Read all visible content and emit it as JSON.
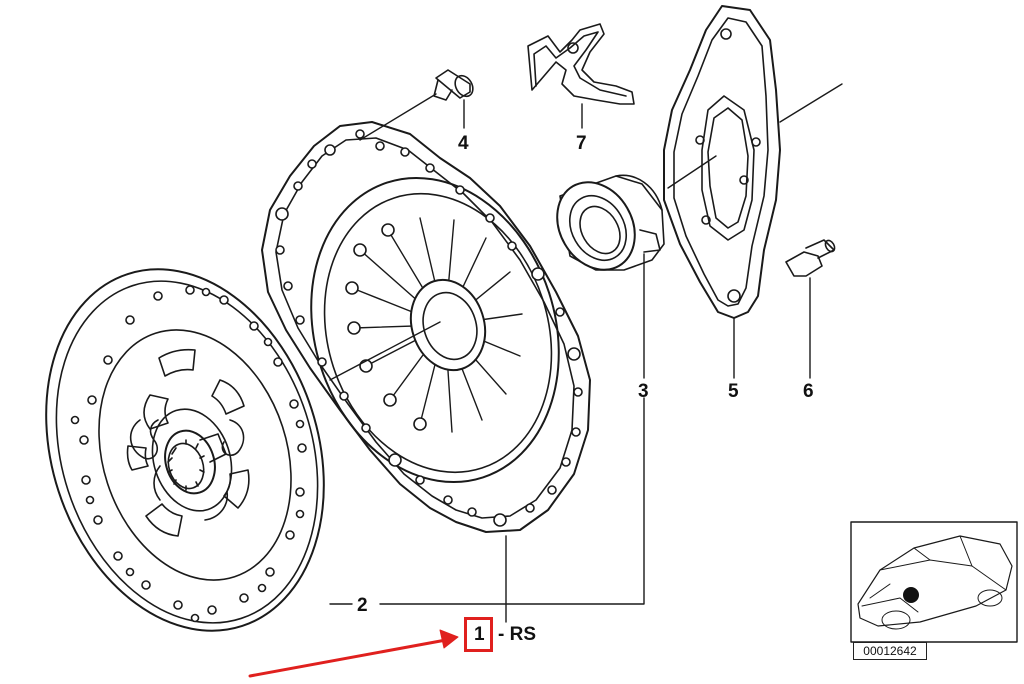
{
  "parts": {
    "p1": {
      "number": "1",
      "suffix": "- RS"
    },
    "p2": {
      "number": "2"
    },
    "p3": {
      "number": "3"
    },
    "p4": {
      "number": "4"
    },
    "p5": {
      "number": "5"
    },
    "p6": {
      "number": "6"
    },
    "p7": {
      "number": "7"
    }
  },
  "reference_code": "00012642",
  "colors": {
    "highlight": "#e0201e",
    "line": "#1a1a1a"
  }
}
